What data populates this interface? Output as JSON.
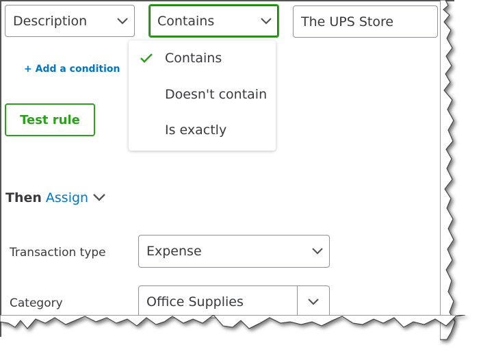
{
  "condition": {
    "field_select": {
      "value": "Description"
    },
    "operator_select": {
      "value": "Contains"
    },
    "value_input": {
      "value": "The UPS Store"
    }
  },
  "operator_dropdown": {
    "options": [
      {
        "label": "Contains",
        "selected": true
      },
      {
        "label": "Doesn't contain",
        "selected": false
      },
      {
        "label": "Is exactly",
        "selected": false
      }
    ]
  },
  "add_condition_link": "+ Add a condition",
  "test_rule_button": "Test rule",
  "then_section": {
    "then_label": "Then",
    "action_label": "Assign"
  },
  "assign_fields": {
    "transaction_type": {
      "label": "Transaction type",
      "value": "Expense"
    },
    "category": {
      "label": "Category",
      "value": "Office Supplies"
    }
  },
  "colors": {
    "accent_green": "#2ca01c",
    "link_blue": "#0077c5",
    "text": "#393a3d"
  }
}
